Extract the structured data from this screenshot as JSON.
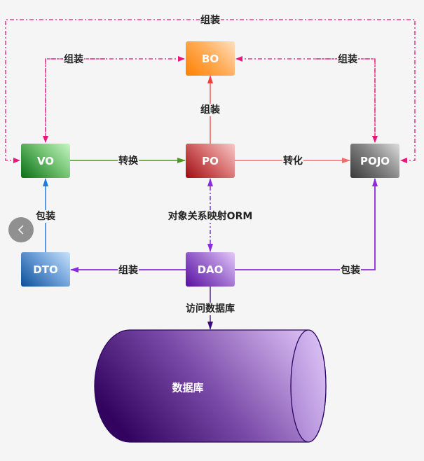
{
  "nodes": {
    "bo": "BO",
    "vo": "VO",
    "po": "PO",
    "pojo": "POJO",
    "dto": "DTO",
    "dao": "DAO",
    "database": "数据库"
  },
  "edges": {
    "vo_pojo_outer": "组装",
    "vo_bo": "组装",
    "pojo_bo": "组装",
    "po_bo": "组装",
    "vo_po": "转换",
    "po_pojo": "转化",
    "dto_vo": "包装",
    "po_dao": "对象关系映射ORM",
    "dao_dto": "组装",
    "dao_pojo": "包装",
    "dao_db": "访问数据库"
  },
  "colors": {
    "dash_pink": "#e8177a",
    "green": "#4c9a1a",
    "red": "#ef4040",
    "salmon": "#f46a6a",
    "blue": "#1f7be0",
    "purple": "#8a2be2",
    "dark_purple": "#3a0a78"
  },
  "nav": {
    "back_icon": "chevron-left-icon"
  }
}
